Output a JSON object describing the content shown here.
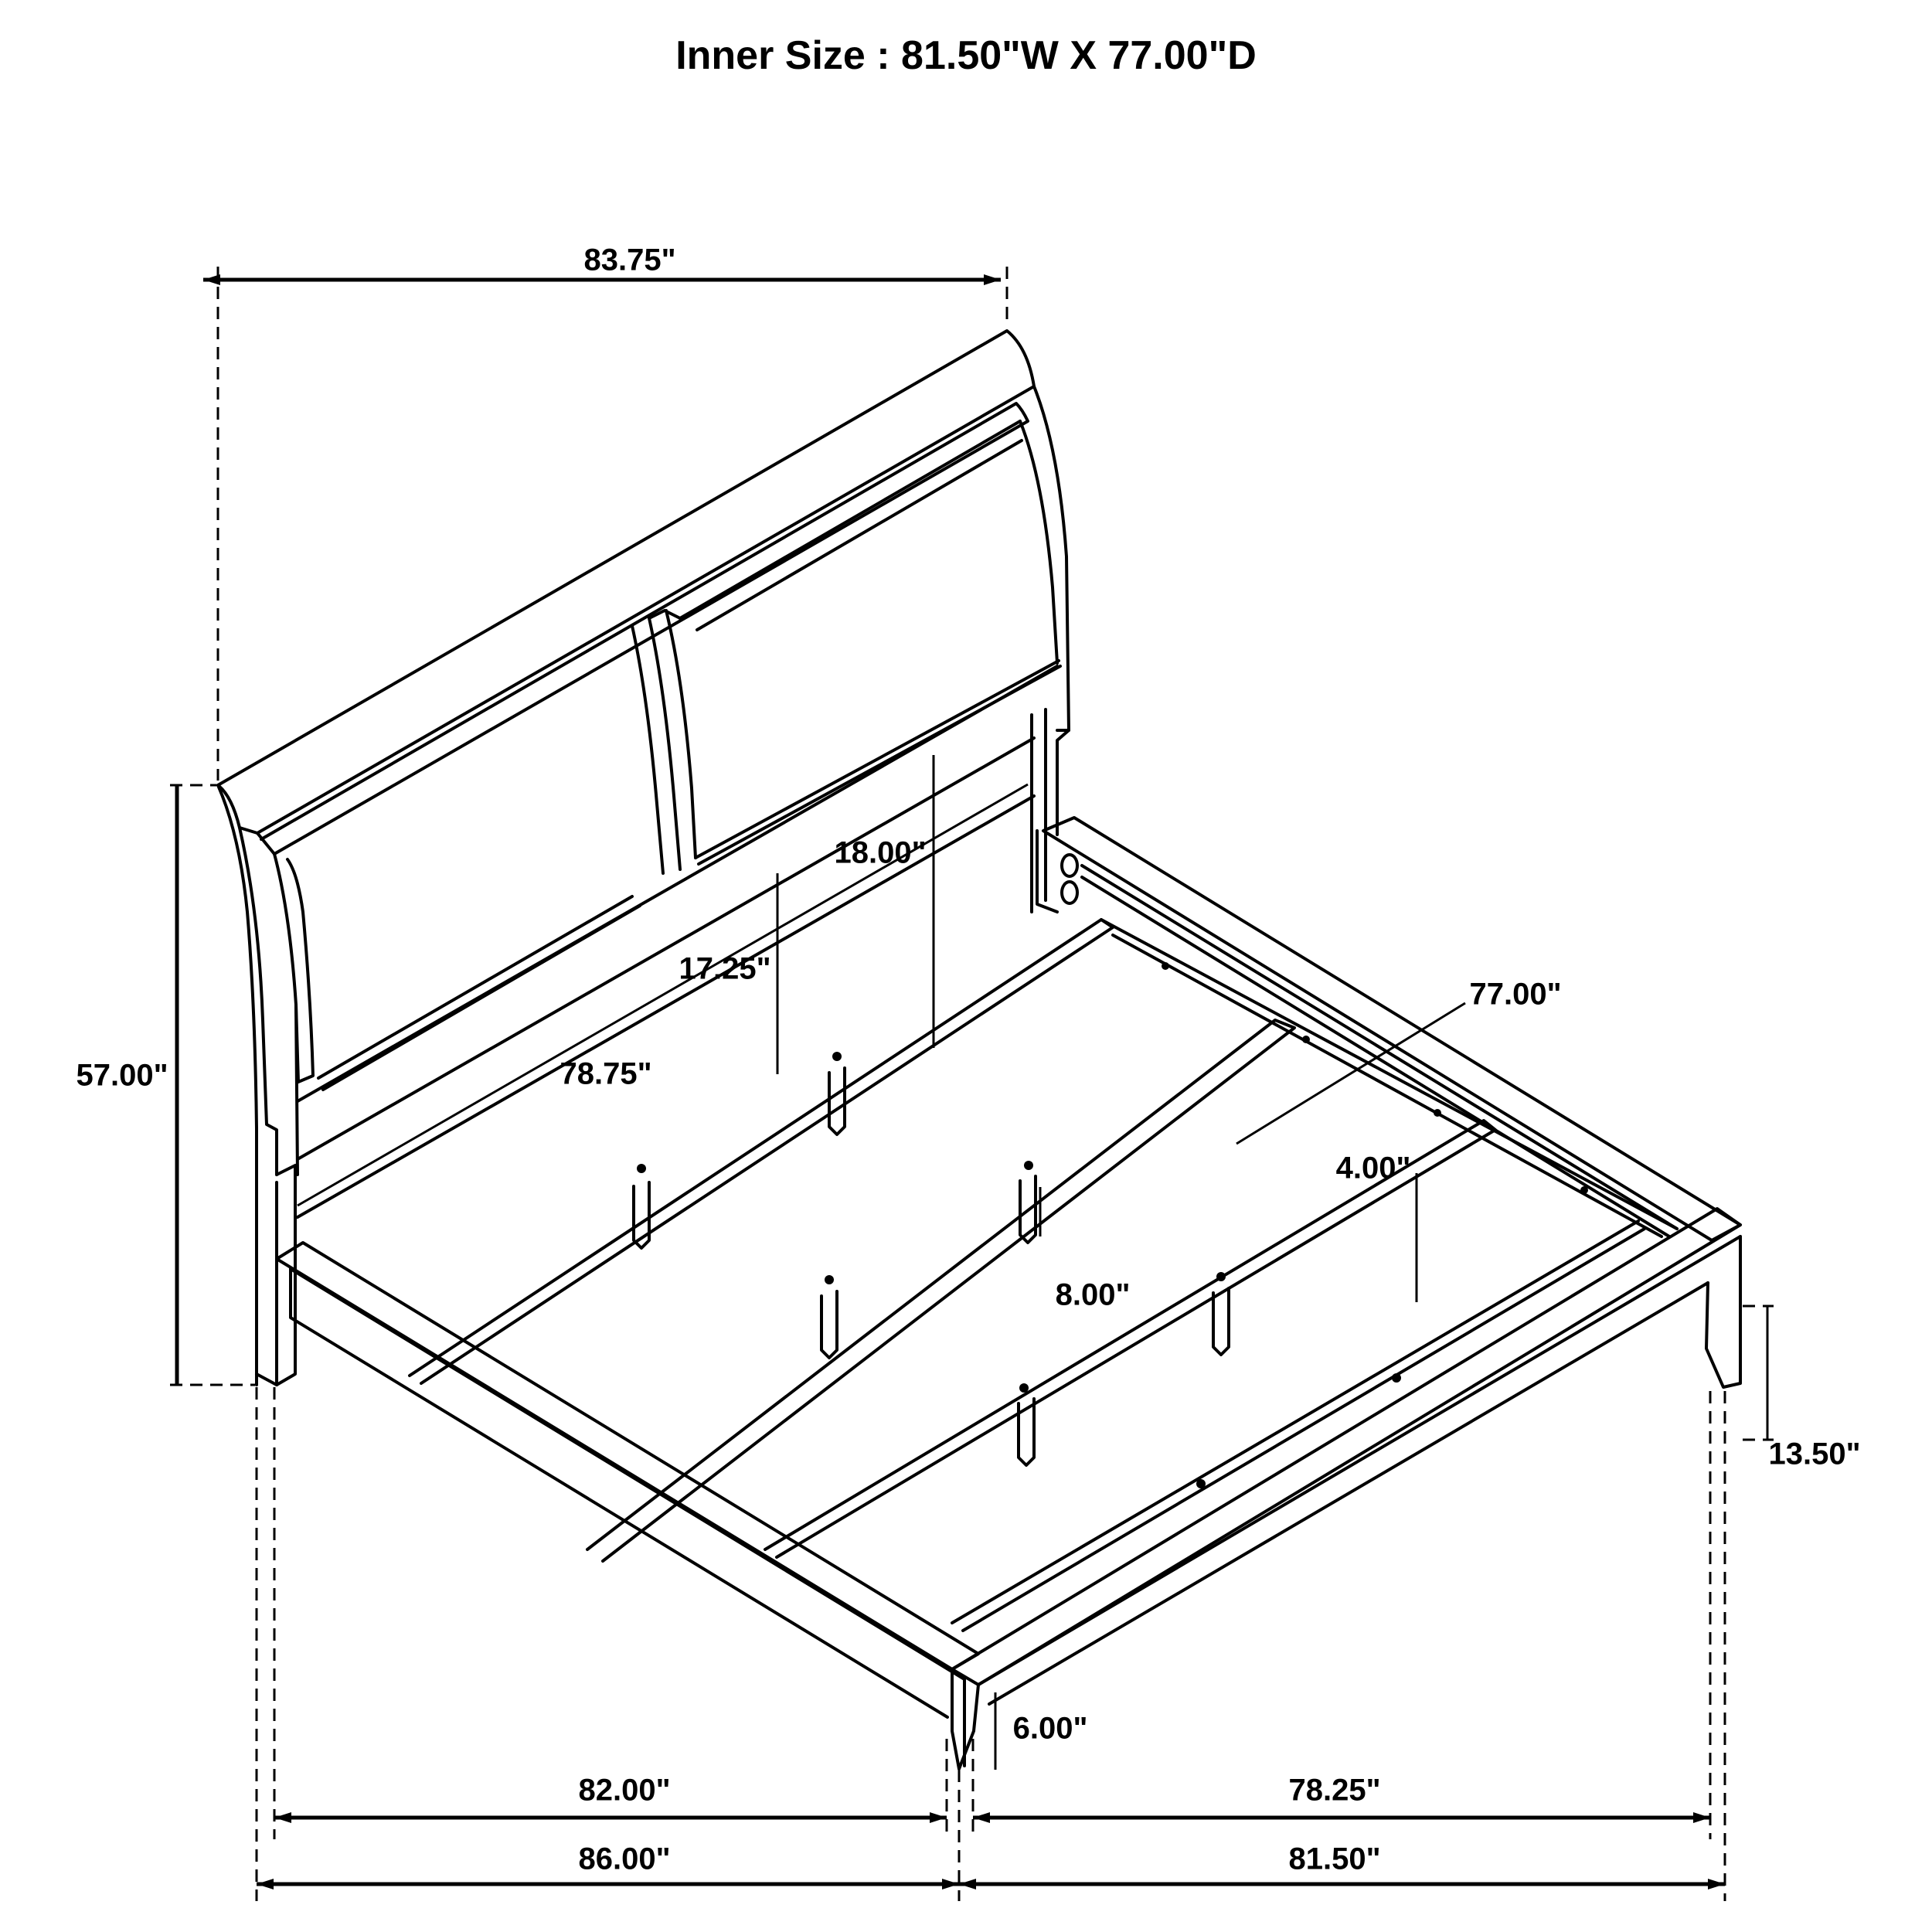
{
  "title": "Inner Size : 81.50\"W X 77.00\"D",
  "subject": "sleigh bed frame technical drawing",
  "colors": {
    "line": "#000000",
    "background": "#ffffff"
  },
  "dimensions": {
    "headboard_width": "83.75\"",
    "headboard_height": "57.00\"",
    "headboard_panel_height_front": "17.25\"",
    "headboard_panel_height_back": "18.00\"",
    "inner_rail_width": "78.75\"",
    "inner_depth": "77.00\"",
    "slat_support_drop": "4.00\"",
    "center_leg_height": "8.00\"",
    "footboard_height": "13.50\"",
    "foot_leg_height": "6.00\"",
    "inner_length_left": "82.00\"",
    "inner_width_right": "78.25\"",
    "overall_length": "86.00\"",
    "overall_width": "81.50\""
  }
}
